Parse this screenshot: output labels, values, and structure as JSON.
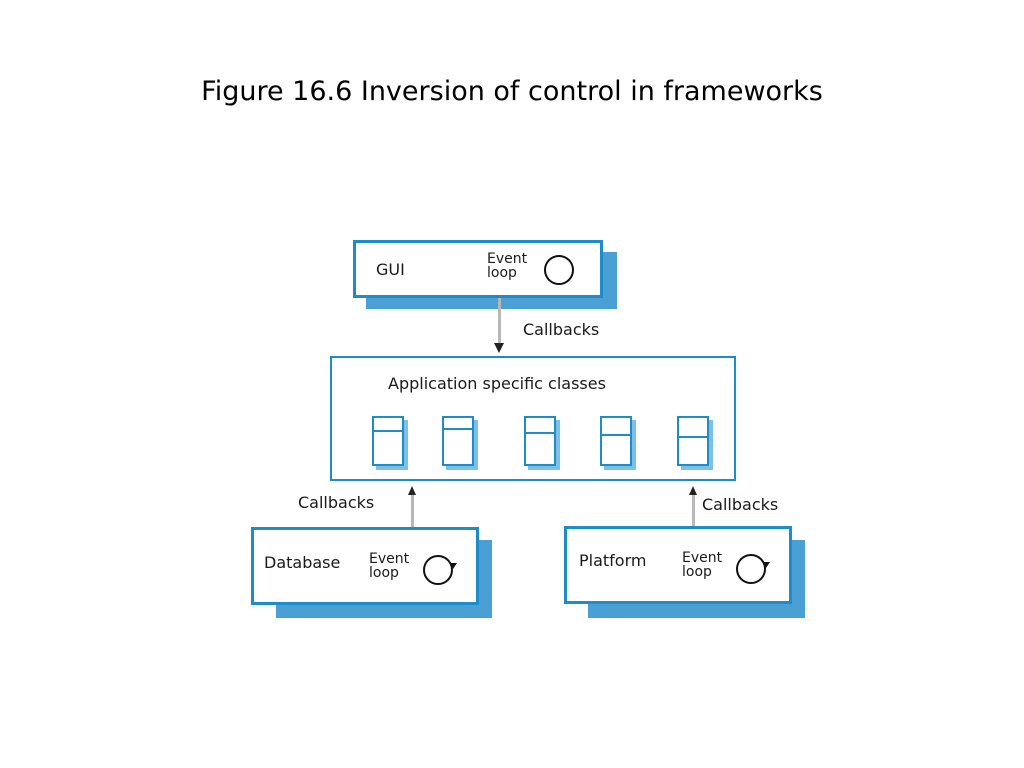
{
  "title": "Figure 16.6  Inversion of control in frameworks",
  "diagram": {
    "gui": {
      "name": "GUI",
      "loop_line1": "Event",
      "loop_line2": "loop"
    },
    "callbacks_top": "Callbacks",
    "application": {
      "name": "Application specific classes",
      "class_count": 5
    },
    "callbacks_left": "Callbacks",
    "callbacks_right": "Callbacks",
    "database": {
      "name": "Database",
      "loop_line1": "Event",
      "loop_line2": "loop"
    },
    "platform": {
      "name": "Platform",
      "loop_line1": "Event",
      "loop_line2": "loop"
    },
    "colors": {
      "border": "#1d8cc8",
      "shadow": "#4aa0d4",
      "arrow": "#b8b8b8"
    }
  }
}
